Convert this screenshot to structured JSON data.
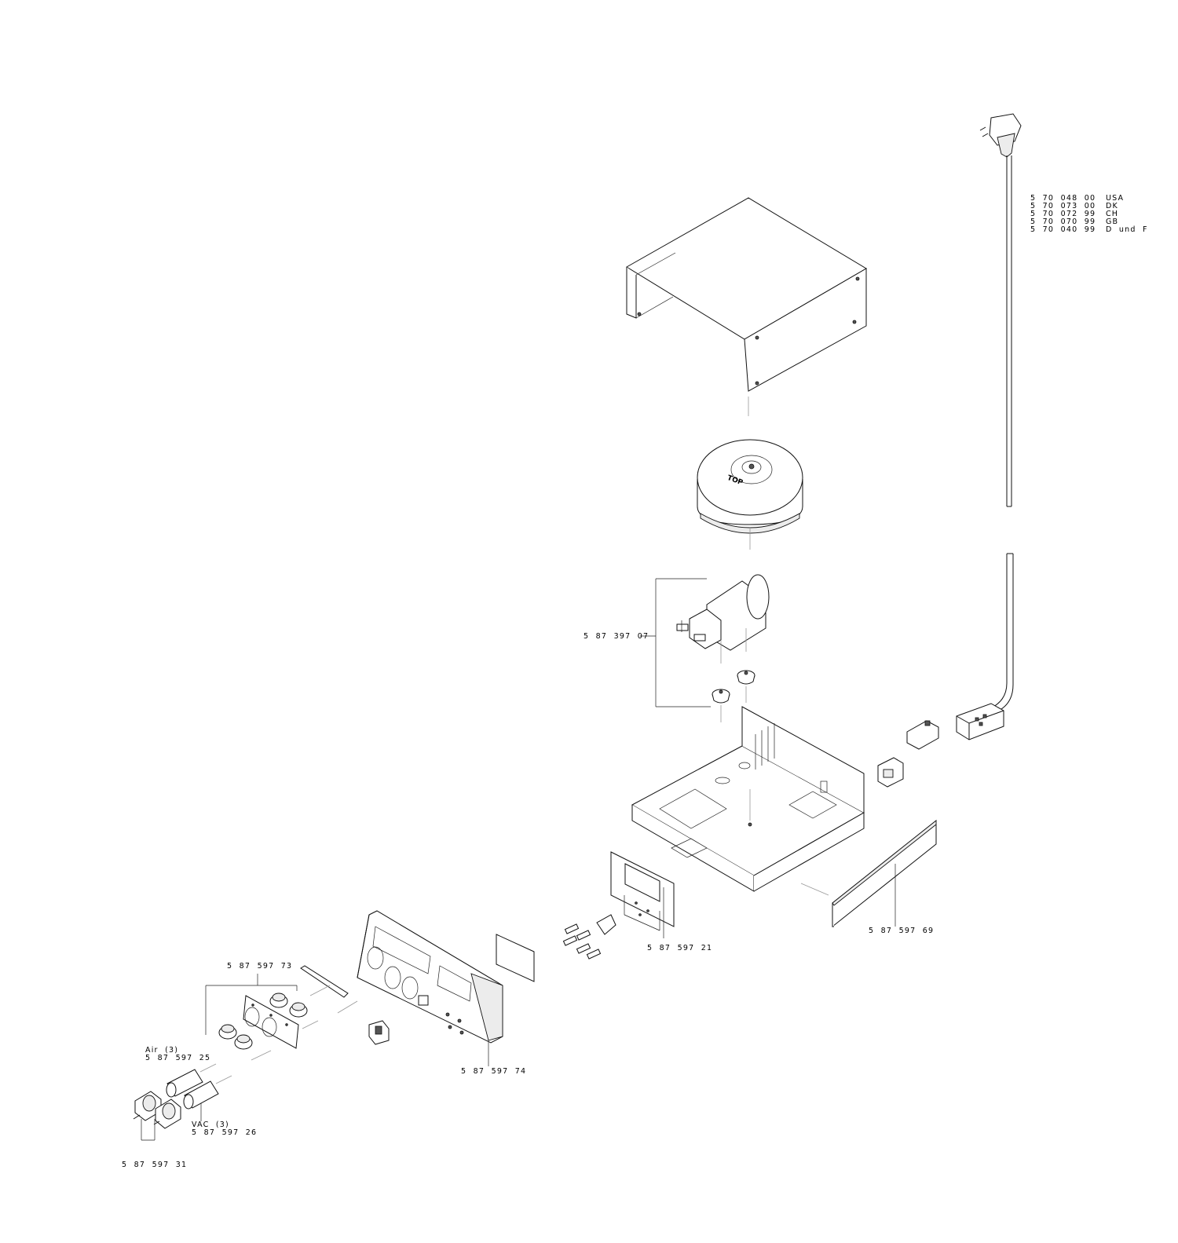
{
  "labels": {
    "power_cord": [
      {
        "part": "5  70  048  00",
        "region": "USA"
      },
      {
        "part": "5  70  073  00",
        "region": "DK"
      },
      {
        "part": "5  70  072  99",
        "region": "CH"
      },
      {
        "part": "5  70  070  99",
        "region": "GB"
      },
      {
        "part": "5  70  040  99",
        "region": "D  und  F"
      }
    ],
    "pump_assembly": "5  87  397  07",
    "side_panel": "5  87  597  69",
    "inner_plate": "5  87  597  21",
    "knob_set": "5  87  597  73",
    "front_panel": "5  87  597  74",
    "air_caption": "Air  (3)",
    "air_part": "5  87  597  25",
    "vac_caption": "VAC  (3)",
    "vac_part": "5  87  597  26",
    "connectors": "5  87  597  31"
  }
}
